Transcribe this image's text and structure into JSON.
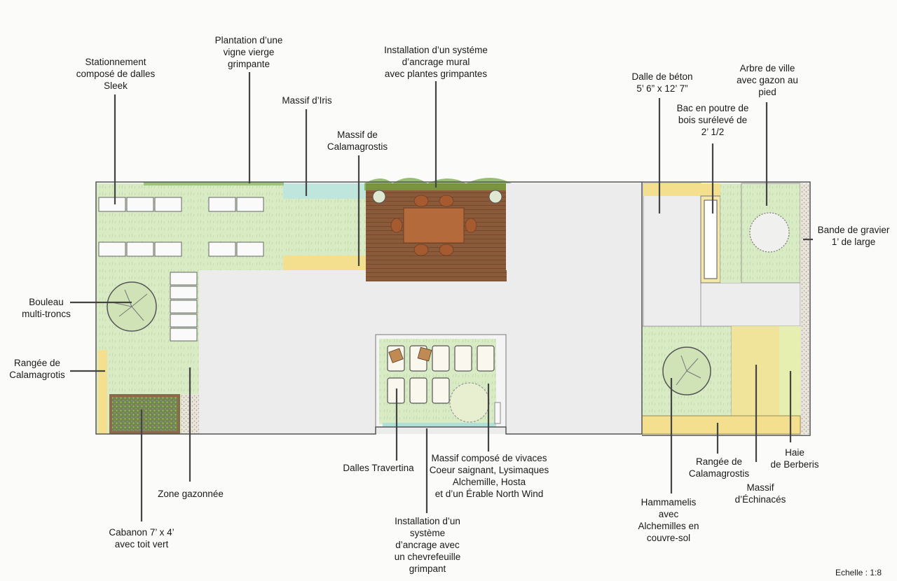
{
  "labels": {
    "stationnement": [
      "Stationnement",
      "composé de dalles",
      "Sleek"
    ],
    "vigne": [
      "Plantation d’une",
      "vigne vierge",
      "grimpante"
    ],
    "iris": [
      "Massif d’Iris"
    ],
    "calamagrostis_massif": [
      "Massif de",
      "Calamagrostis"
    ],
    "ancrage_mural": [
      "Installation d’un systéme",
      "d’ancrage mural",
      "avec plantes grimpantes"
    ],
    "dalle_beton": [
      "Dalle de béton",
      "5’ 6” x 12’ 7”"
    ],
    "bac_poutre": [
      "Bac en poutre de",
      "bois surélevé de",
      "2’ 1/2"
    ],
    "arbre_ville": [
      "Arbre de ville",
      "avec gazon au",
      "pied"
    ],
    "bande_gravier": [
      "Bande de gravier",
      "1’ de large"
    ],
    "bouleau": [
      "Bouleau",
      "multi-troncs"
    ],
    "rangee_calamagrotis": [
      "Rangée de",
      "Calamagrotis"
    ],
    "zone_gazonnee": [
      "Zone gazonnée"
    ],
    "cabanon": [
      "Cabanon 7’ x 4’",
      "avec toit vert"
    ],
    "dalles_travertina": [
      "Dalles Travertina"
    ],
    "massif_vivaces": [
      "Massif composé de vivaces",
      "Coeur saignant, Lysimaques",
      "Alchemille, Hosta",
      "et d’un Érable North Wind"
    ],
    "ancrage_chevrefeuille": [
      "Installation d’un",
      "système",
      "d’ancrage avec",
      "un chevrefeuille",
      "grimpant"
    ],
    "rangee_calamagrostis": [
      "Rangée de",
      "Calamagrostis"
    ],
    "hammamelis": [
      "Hammamelis",
      "avec",
      "Alchemilles en",
      "couvre-sol"
    ],
    "echinaces": [
      "Massif",
      "d’Échinacés"
    ],
    "berberis": [
      "Haie",
      "de Berberis"
    ]
  },
  "scale": "Echelle : 1:8",
  "colors": {
    "lawn": "#d8ebc4",
    "paving": "#ececec",
    "deck": "#8a5a3a",
    "table": "#b56a3c",
    "yellow_bed": "#f3df8e",
    "iris_bed": "#bfe6dc",
    "leader": "#444444",
    "outline": "#555555"
  }
}
